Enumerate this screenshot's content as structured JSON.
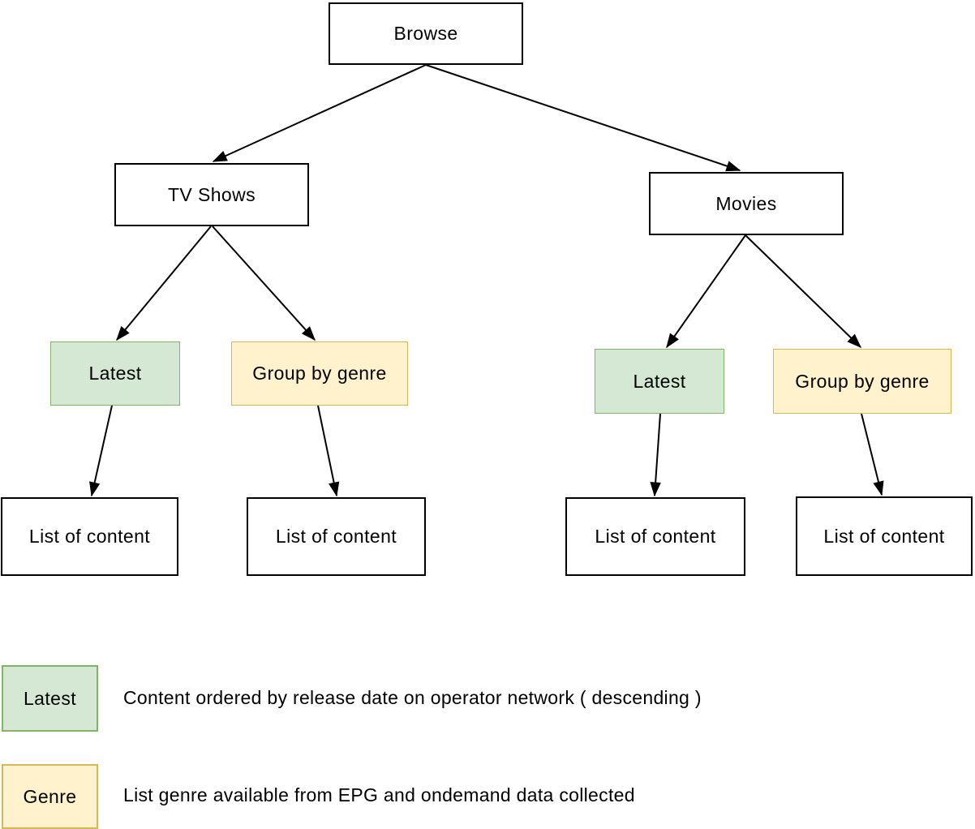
{
  "diagram": {
    "nodes": {
      "browse": {
        "label": "Browse"
      },
      "tv_shows": {
        "label": "TV Shows"
      },
      "movies": {
        "label": "Movies"
      },
      "latest_tv": {
        "label": "Latest"
      },
      "genre_tv": {
        "label": "Group by genre"
      },
      "latest_movies": {
        "label": "Latest"
      },
      "genre_movies": {
        "label": "Group by genre"
      },
      "list_tv_latest": {
        "label": "List of content"
      },
      "list_tv_genre": {
        "label": "List of content"
      },
      "list_movies_latest": {
        "label": "List of content"
      },
      "list_movies_genre": {
        "label": "List of content"
      }
    },
    "edges": [
      "browse->tv_shows",
      "browse->movies",
      "tv_shows->latest_tv",
      "tv_shows->genre_tv",
      "movies->latest_movies",
      "movies->genre_movies",
      "latest_tv->list_tv_latest",
      "genre_tv->list_tv_genre",
      "latest_movies->list_movies_latest",
      "genre_movies->list_movies_genre"
    ],
    "colors": {
      "latest_fill": "#d5e8d4",
      "latest_border": "#82b366",
      "genre_fill": "#fff2cc",
      "genre_border": "#d6b656",
      "node_fill": "#ffffff",
      "node_border": "#000000",
      "arrow": "#000000"
    }
  },
  "legend": {
    "items": [
      {
        "swatch_label": "Latest",
        "description": "Content ordered by release date on operator network ( descending )"
      },
      {
        "swatch_label": "Genre",
        "description": "List genre available from EPG and ondemand data collected"
      }
    ]
  }
}
